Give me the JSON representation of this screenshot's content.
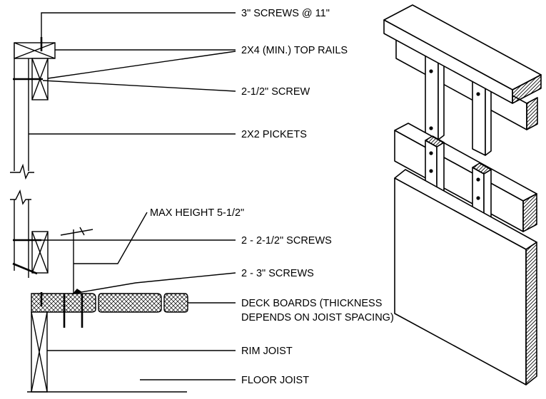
{
  "labels": {
    "top_screws": "3\" SCREWS @ 11\"",
    "top_rails": "2X4 (MIN.) TOP RAILS",
    "screw_2_5": "2-1/2\" SCREW",
    "pickets": "2X2 PICKETS",
    "max_height": "MAX HEIGHT 5-1/2\"",
    "two_screws_2_5": "2 - 2-1/2\" SCREWS",
    "two_screws_3": "2 - 3\" SCREWS",
    "deck_boards_line1": "DECK BOARDS (THICKNESS",
    "deck_boards_line2": "DEPENDS ON JOIST SPACING)",
    "rim_joist": "RIM JOIST",
    "floor_joist": "FLOOR JOIST"
  },
  "colors": {
    "line": "#000000",
    "background": "#ffffff"
  }
}
